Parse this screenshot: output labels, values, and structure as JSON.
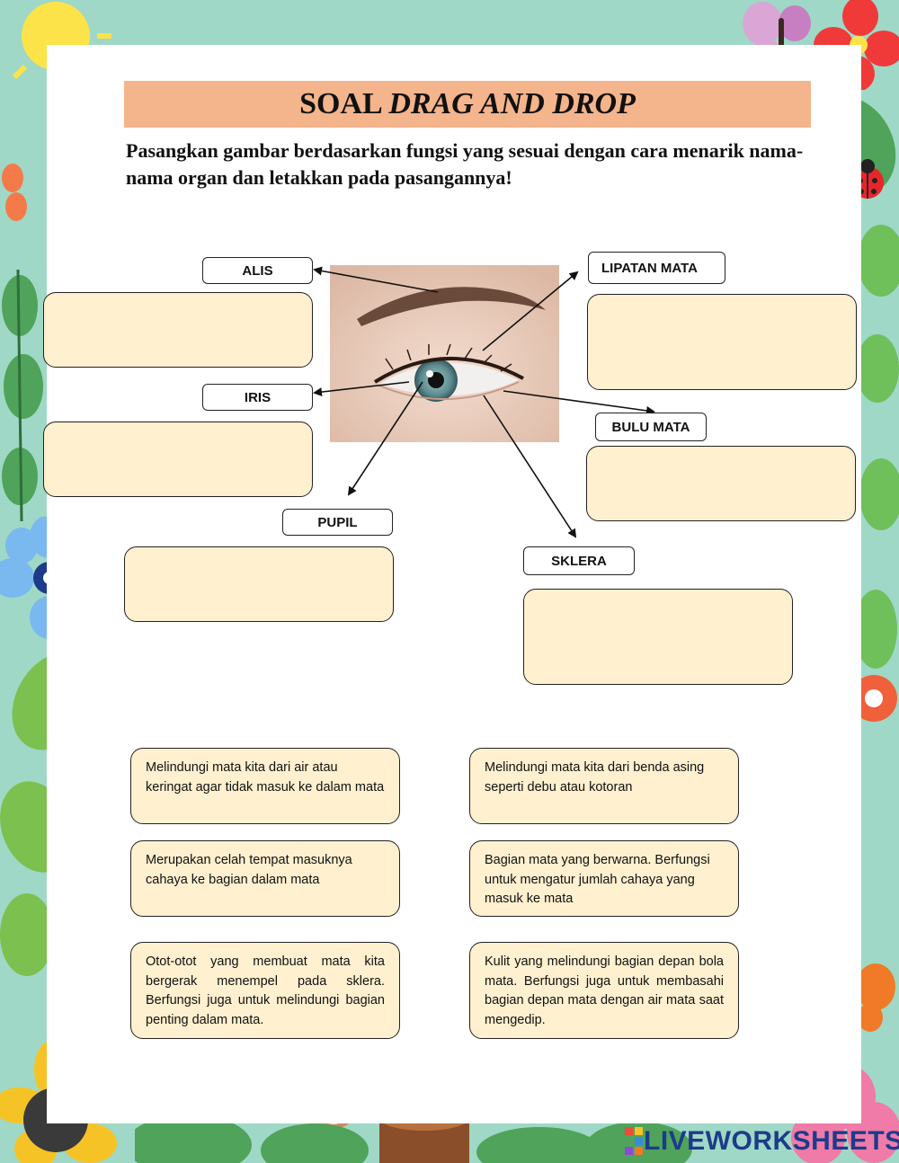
{
  "title": {
    "prefix": "SOAL",
    "emphasis": "DRAG AND DROP"
  },
  "instruction": "Pasangkan gambar berdasarkan fungsi yang sesuai dengan cara menarik nama-nama organ dan letakkan pada pasangannya!",
  "labels": {
    "alis": "ALIS",
    "iris": "IRIS",
    "pupil": "PUPIL",
    "lipatan_mata": "LIPATAN MATA",
    "bulu_mata": "BULU MATA",
    "sklera": "SKLERA"
  },
  "cards": [
    "Melindungi mata kita dari air atau keringat agar tidak masuk ke dalam mata",
    "Melindungi mata kita dari benda asing seperti debu atau kotoran",
    "Merupakan celah tempat masuknya cahaya ke bagian dalam mata",
    "Bagian mata yang berwarna. Berfungsi untuk mengatur jumlah cahaya yang masuk ke mata",
    "Otot-otot yang membuat mata kita bergerak menempel pada sklera. Berfungsi juga untuk melindungi bagian penting dalam mata.",
    "Kulit yang melindungi bagian depan bola mata. Berfungsi juga untuk membasahi bagian depan mata dengan air mata saat mengedip."
  ],
  "logo": {
    "badge": "LIVE",
    "text": "LIVEWORKSHEETS"
  },
  "colors": {
    "frame": "#9fd8c6",
    "title_bar": "#f4b48c",
    "box_fill": "#fff0cf",
    "logo": "#1d3b8a"
  },
  "icons": [
    "sun-icon",
    "flower-icon",
    "butterfly-icon",
    "ladybug-icon",
    "leaf-icon",
    "sunflower-icon",
    "rabbit-icon",
    "bee-icon",
    "tree-stump-icon"
  ]
}
